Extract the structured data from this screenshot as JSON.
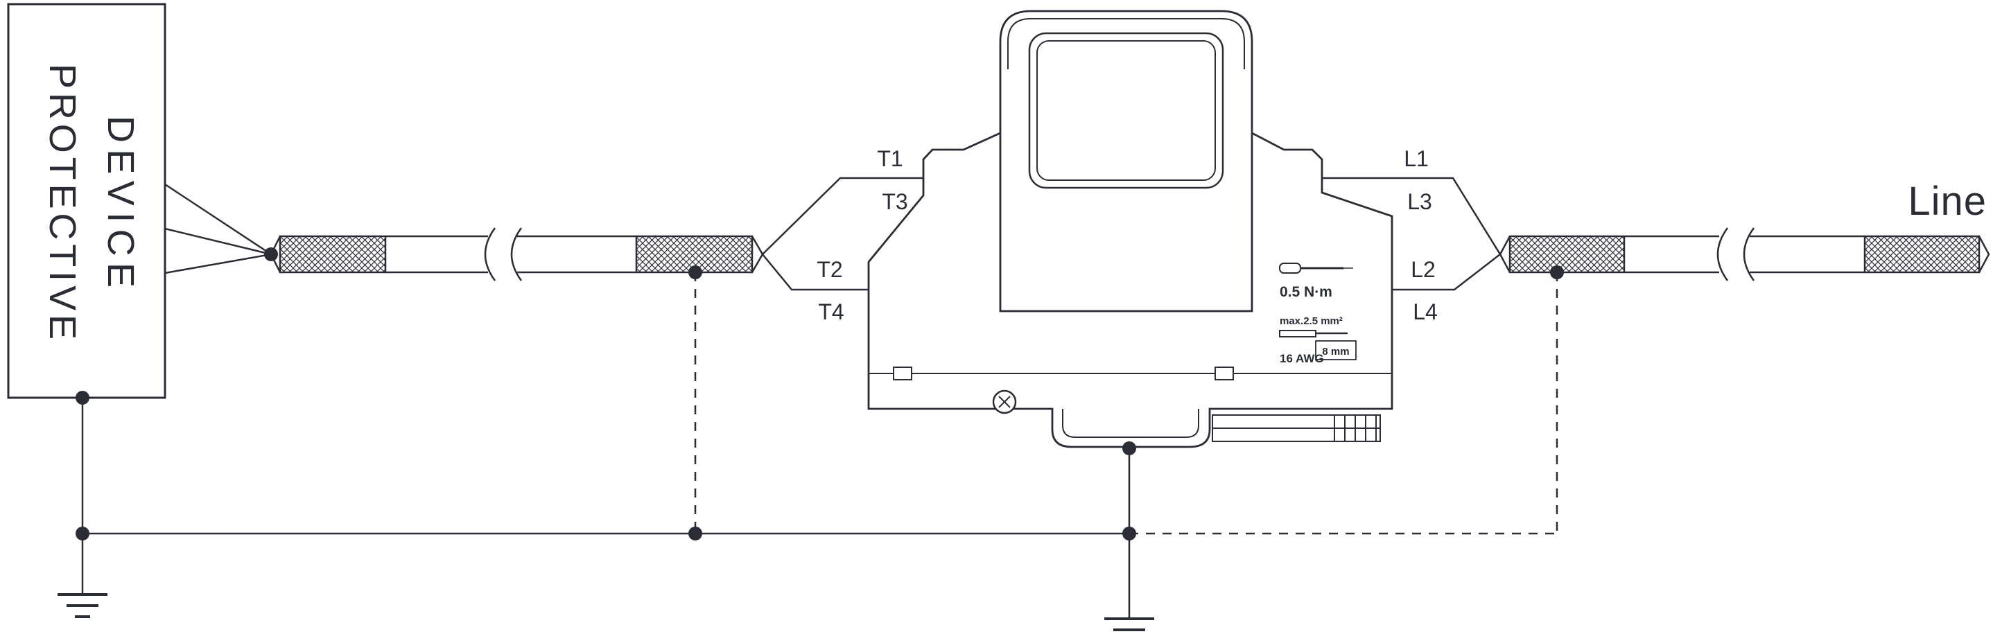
{
  "colors": {
    "line": "#2b2d36",
    "teal": "#1e6b7c",
    "purple": "#8d4a97",
    "background": "#ffffff"
  },
  "protective_device": {
    "line1": "PROTECTIVE",
    "line2": "DEVICE"
  },
  "line_label": "Line",
  "terminal_labels": {
    "t1": "T1",
    "t3": "T3",
    "t2": "T2",
    "t4": "T4",
    "l1": "L1",
    "l3": "L3",
    "l2": "L2",
    "l4": "L4"
  },
  "device_markings": {
    "torque": "0.5 N·m",
    "max_wire": "max.2.5 mm²",
    "awg": "16 AWG",
    "strip_length": "8 mm"
  }
}
